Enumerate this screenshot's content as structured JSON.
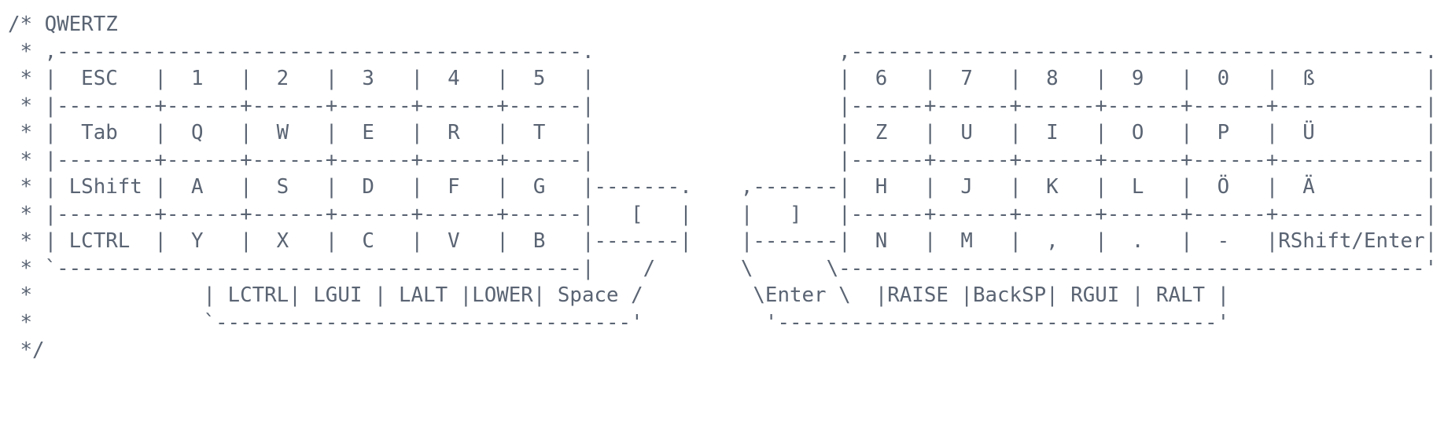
{
  "page": {
    "background_color": "#ffffff",
    "text_color": "#5a6473"
  },
  "comment_block": {
    "title": "QWERTZ",
    "lines": [
      "/* QWERTZ",
      " * ,-------------------------------------------.                    ,-----------------------------------------------.",
      " * |  ESC   |  1   |  2   |  3   |  4   |  5   |                    |  6   |  7   |  8   |  9   |  0   |  ß         |",
      " * |--------+------+------+------+------+------|                    |------+------+------+------+------+------------|",
      " * |  Tab   |  Q   |  W   |  E   |  R   |  T   |                    |  Z   |  U   |  I   |  O   |  P   |  Ü         |",
      " * |--------+------+------+------+------+------|                    |------+------+------+------+------+------------|",
      " * | LShift |  A   |  S   |  D   |  F   |  G   |-------.    ,-------|  H   |  J   |  K   |  L   |  Ö   |  Ä         |",
      " * |--------+------+------+------+------+------|   [   |    |   ]   |------+------+------+------+------+------------|",
      " * | LCTRL  |  Y   |  X   |  C   |  V   |  B   |-------|    |-------|  N   |  M   |  ,   |  .   |  -   |RShift/Enter|",
      " * `-------------------------------------------|    /       \\      \\------------------------------------------------'",
      " *              | LCTRL| LGUI | LALT |LOWER| Space /         \\Enter \\  |RAISE |BackSP| RGUI | RALT |",
      " *              `----------------------------------'          '------------------------------------'",
      " */"
    ]
  },
  "keymap": {
    "layer": "QWERTZ",
    "left_rows": [
      [
        "ESC",
        "1",
        "2",
        "3",
        "4",
        "5"
      ],
      [
        "Tab",
        "Q",
        "W",
        "E",
        "R",
        "T"
      ],
      [
        "LShift",
        "A",
        "S",
        "D",
        "F",
        "G"
      ],
      [
        "LCTRL",
        "Y",
        "X",
        "C",
        "V",
        "B"
      ]
    ],
    "right_rows": [
      [
        "6",
        "7",
        "8",
        "9",
        "0",
        "ß"
      ],
      [
        "Z",
        "U",
        "I",
        "O",
        "P",
        "Ü"
      ],
      [
        "H",
        "J",
        "K",
        "L",
        "Ö",
        "Ä"
      ],
      [
        "N",
        "M",
        ",",
        ".",
        "-",
        "RShift/Enter"
      ]
    ],
    "left_encoder_key": "[",
    "right_encoder_key": "]",
    "left_thumb_keys": [
      "LCTRL",
      "LGUI",
      "LALT",
      "LOWER",
      "Space"
    ],
    "right_thumb_keys": [
      "Enter",
      "RAISE",
      "BackSP",
      "RGUI",
      "RALT"
    ]
  }
}
